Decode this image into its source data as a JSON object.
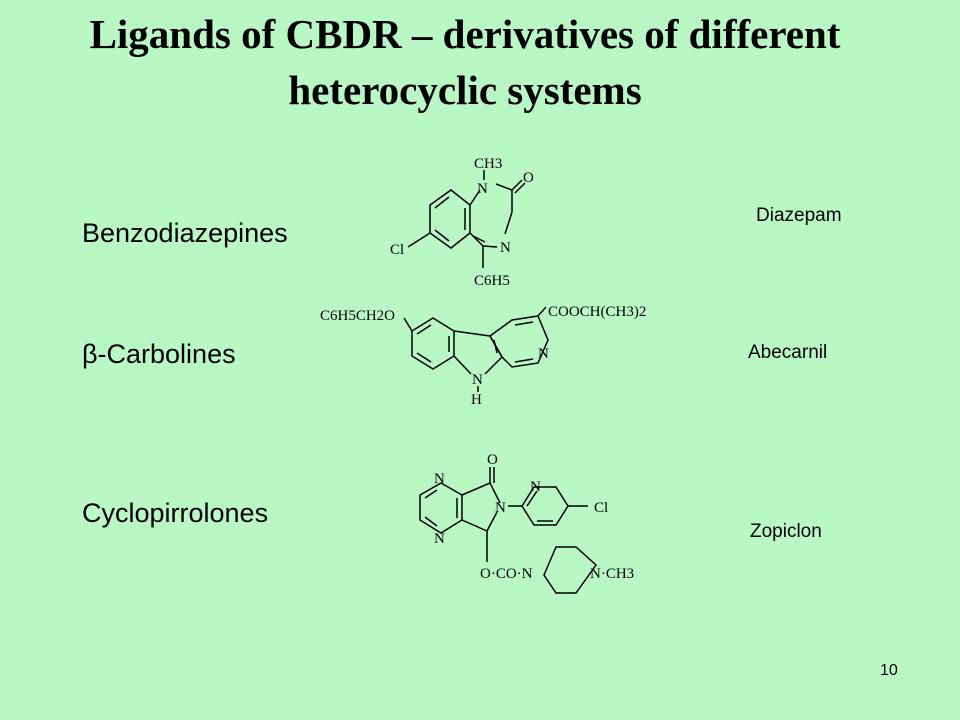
{
  "slide": {
    "title_line1": "Ligands of CBDR – derivatives of different",
    "title_line2": "heterocyclic systems",
    "page_number": "10"
  },
  "classes": [
    {
      "label": "Benzodiazepines",
      "drug": "Diazepam"
    },
    {
      "label": "β-Carbolines",
      "drug": "Abecarnil"
    },
    {
      "label": "Cyclopirrolones",
      "drug": "Zopiclon"
    }
  ],
  "structures": {
    "diazepam": {
      "n_methyl": "CH3",
      "ring_n1": "N",
      "carbonyl_o": "O",
      "ring_n4": "N",
      "chloro": "Cl",
      "phenyl": "C6H5"
    },
    "abecarnil": {
      "ether": "C6H5CH2O",
      "ester": "COOCH(CH3)2",
      "pyridine_n": "N",
      "indole_n": "N",
      "indole_h": "H"
    },
    "zopiclon": {
      "pyrazine_n1": "N",
      "pyrazine_n2": "N",
      "carbonyl_o": "O",
      "lactam_n": "N",
      "pyridine_n": "N",
      "chloro": "Cl",
      "carbamate": "O·CO·N",
      "n_methyl": "N·CH3"
    }
  }
}
